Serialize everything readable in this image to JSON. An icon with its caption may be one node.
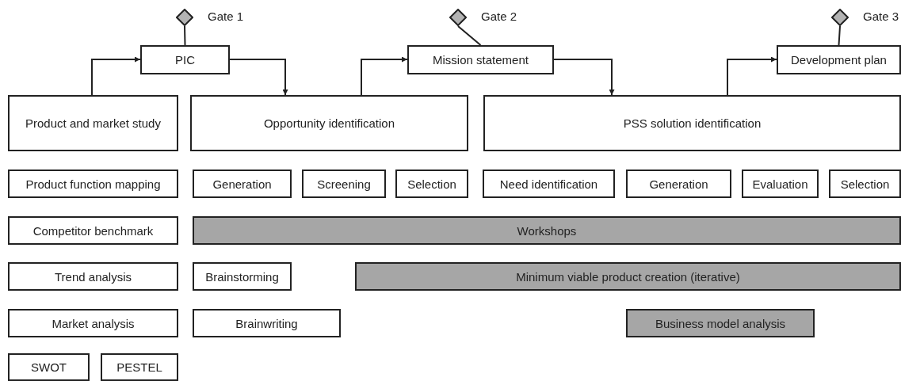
{
  "diagram": {
    "nodes": [
      {
        "text": [],
        "shape": "diamond",
        "beside": [
          "Gate 1"
        ]
      },
      {
        "text": [],
        "shape": "diamond",
        "beside": [
          "Gate 2"
        ]
      },
      {
        "text": [],
        "shape": "diamond",
        "beside": [
          "Gate 3"
        ]
      },
      {
        "text": [
          "PIC"
        ]
      },
      {
        "text": [
          "Mission statement"
        ]
      },
      {
        "text": [
          "Development plan"
        ]
      },
      {
        "text": [
          "Product and market study"
        ]
      },
      {
        "text": [
          "Opportunity identification"
        ]
      },
      {
        "text": [
          "PSS solution identification"
        ]
      },
      {
        "text": [
          "Product function mapping"
        ]
      },
      {
        "text": [
          "Generation"
        ]
      },
      {
        "text": [
          "Screening"
        ]
      },
      {
        "text": [
          "Selection"
        ]
      },
      {
        "text": [
          "Need identification"
        ]
      },
      {
        "text": [
          "Generation"
        ]
      },
      {
        "text": [
          "Evaluation"
        ]
      },
      {
        "text": [
          "Selection"
        ]
      },
      {
        "text": [
          "Competitor benchmark"
        ]
      },
      {
        "text": [
          "Workshops"
        ]
      },
      {
        "text": [
          "Trend analysis"
        ]
      },
      {
        "text": [
          "Brainstorming"
        ]
      },
      {
        "text": [
          "Minimum viable product creation (iterative)"
        ]
      },
      {
        "text": [
          "Market analysis"
        ]
      },
      {
        "text": [
          "Brainwriting"
        ]
      },
      {
        "text": [
          "Business model analysis"
        ]
      },
      {
        "text": [
          "SWOT"
        ]
      },
      {
        "text": [
          "PESTEL"
        ]
      }
    ],
    "edges": [
      {
        "from": 0,
        "to": 3,
        "arrow": "none"
      },
      {
        "from": 1,
        "to": 4,
        "arrow": "none"
      },
      {
        "from": 2,
        "to": 5,
        "arrow": "none"
      },
      {
        "from": 6,
        "to": 3,
        "arrow": "to"
      },
      {
        "from": 3,
        "to": 7,
        "arrow": "to"
      },
      {
        "from": 7,
        "to": 4,
        "arrow": "to"
      },
      {
        "from": 4,
        "to": 8,
        "arrow": "to"
      },
      {
        "from": 8,
        "to": 5,
        "arrow": "to"
      }
    ]
  }
}
